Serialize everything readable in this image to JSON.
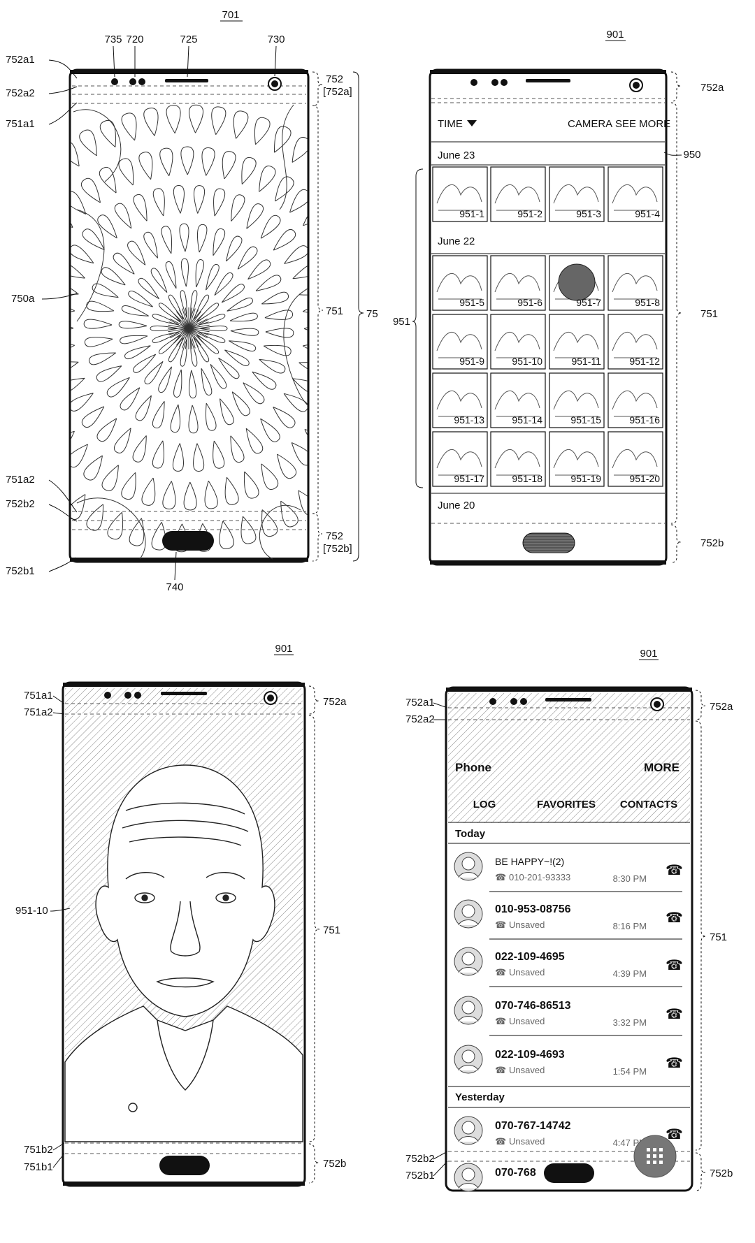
{
  "fig701": {
    "title": "701",
    "labels": {
      "l735": "735",
      "l720": "720",
      "l725": "725",
      "l730": "730",
      "l752a1": "752a1",
      "l752a2": "752a2",
      "l751a1": "751a1",
      "l750a": "750a",
      "l751a2": "751a2",
      "l752b2": "752b2",
      "l752b1": "752b1",
      "l740": "740",
      "l752": "752",
      "l752a_br": "[752a]",
      "l751": "751",
      "l75": "75",
      "l752_b": "752",
      "l752b_br": "[752b]"
    }
  },
  "fig901_gallery": {
    "title": "901",
    "menu": {
      "time": "TIME",
      "camera": "CAMERA",
      "see_more": "SEE MORE"
    },
    "dates": {
      "d1": "June 23",
      "d2": "June 22",
      "d3": "June 20"
    },
    "thumbs": [
      "951-1",
      "951-2",
      "951-3",
      "951-4",
      "951-5",
      "951-6",
      "951-7",
      "951-8",
      "951-9",
      "951-10",
      "951-11",
      "951-12",
      "951-13",
      "951-14",
      "951-15",
      "951-16",
      "951-17",
      "951-18",
      "951-19",
      "951-20"
    ],
    "labels": {
      "l752a": "752a",
      "l950": "950",
      "l951": "951",
      "l751": "751",
      "l752b": "752b"
    }
  },
  "fig901_photo": {
    "title": "901",
    "labels": {
      "l751a1": "751a1",
      "l751a2": "751a2",
      "l752a": "752a",
      "l951_10": "951-10",
      "l751": "751",
      "l751b2": "751b2",
      "l751b1": "751b1",
      "l752b": "752b"
    }
  },
  "fig901_phone": {
    "title": "901",
    "app_title": "Phone",
    "more": "MORE",
    "tabs": {
      "log": "LOG",
      "favorites": "FAVORITES",
      "contacts": "CONTACTS"
    },
    "sections": {
      "today": "Today",
      "yesterday": "Yesterday"
    },
    "calls": [
      {
        "name": "BE HAPPY~!(2)",
        "sub": "010-201-93333",
        "time": "8:30 PM"
      },
      {
        "name": "010-953-08756",
        "sub": "Unsaved",
        "time": "8:16 PM"
      },
      {
        "name": "022-109-4695",
        "sub": "Unsaved",
        "time": "4:39 PM"
      },
      {
        "name": "070-746-86513",
        "sub": "Unsaved",
        "time": "3:32 PM"
      },
      {
        "name": "022-109-4693",
        "sub": "Unsaved",
        "time": "1:54 PM"
      },
      {
        "name": "070-767-14742",
        "sub": "Unsaved",
        "time": "4:47 PM"
      },
      {
        "name": "070-768",
        "sub": "",
        "time": ""
      }
    ],
    "labels": {
      "l752a1": "752a1",
      "l752a2": "752a2",
      "l752a": "752a",
      "l751": "751",
      "l752b2": "752b2",
      "l752b1": "752b1",
      "l752b": "752b"
    }
  }
}
